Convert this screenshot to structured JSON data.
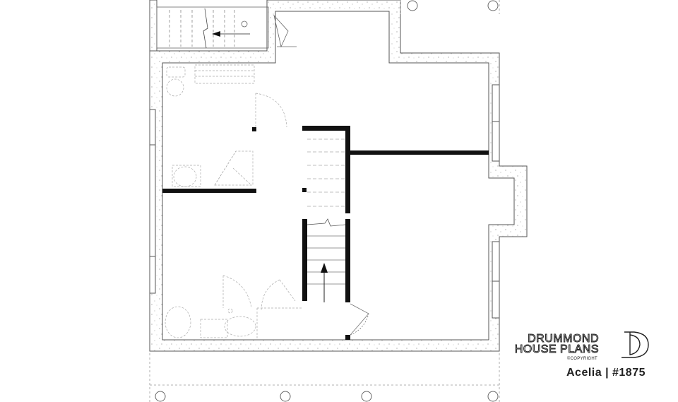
{
  "brand": {
    "line1": "DRUMMOND",
    "line2": "HOUSE PLANS",
    "copyright": "©COPYRIGHT"
  },
  "plan": {
    "title": "Acelia | #1875"
  },
  "colors": {
    "wall_outline": "#555555",
    "interior_wall": "#111111",
    "fixture": "#aaaaaa",
    "speckle": "#888888"
  },
  "icons": [
    "drummond-d-logo-icon",
    "north-arrow-icon",
    "stair-up-arrow-icon"
  ]
}
